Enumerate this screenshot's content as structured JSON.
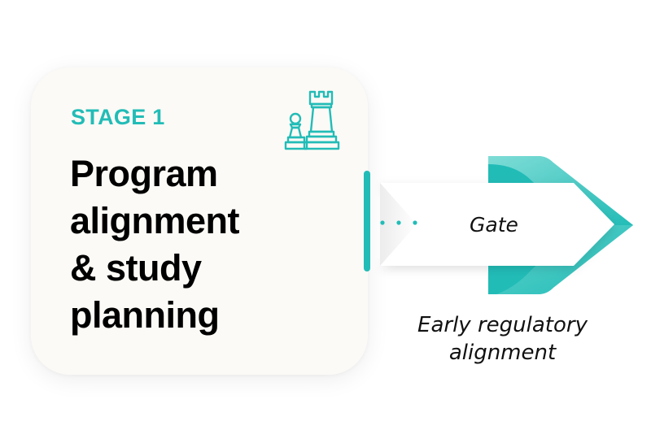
{
  "stage_card": {
    "stage_label": "STAGE 1",
    "title_lines": [
      "Program",
      "alignment",
      "& study",
      "planning"
    ],
    "icon": "chess-pawn-rook-icon"
  },
  "gate": {
    "label": "Gate",
    "icon": "chevron-arrow-icon",
    "dots_count": 3,
    "caption_lines": [
      "Early regulatory",
      "alignment"
    ]
  },
  "colors": {
    "accent_teal": "#22bcb7",
    "card_bg": "#fcfaf6",
    "text": "#000000"
  }
}
